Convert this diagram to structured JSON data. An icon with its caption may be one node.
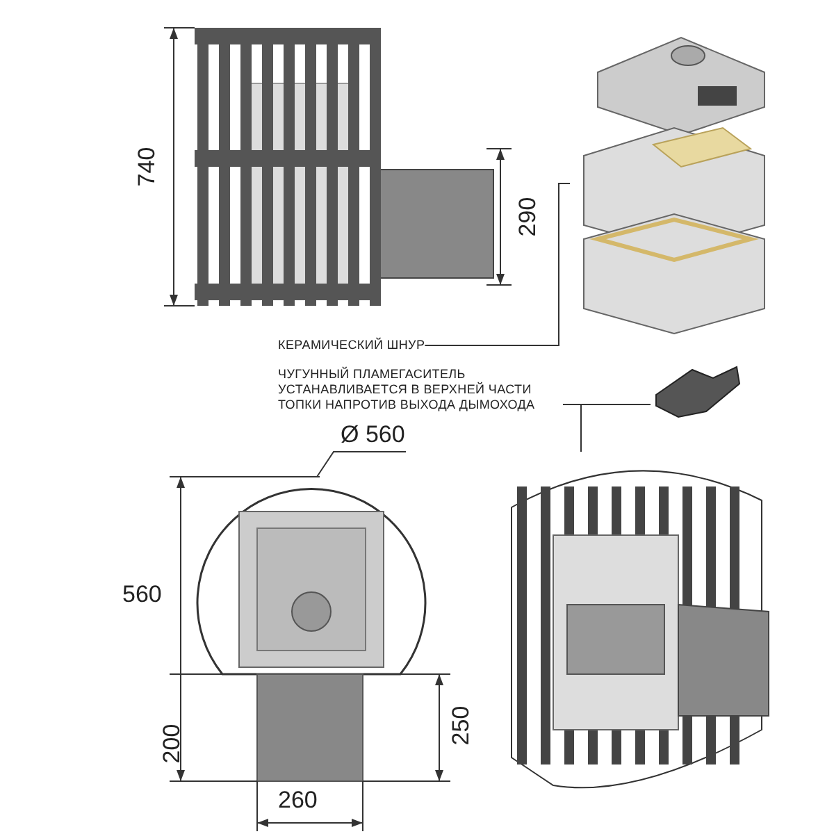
{
  "diagram": {
    "nodes": [
      {
        "text": [
          "КЕРАМИЧЕСКИЙ ШНУР"
        ]
      },
      {
        "text": [],
        "shape": "picture"
      },
      {
        "text": [
          "ЧУГУННЫЙ ПЛАМЕГАСИТЕЛЬ УСТАНАВЛИВАЕТСЯ В ВЕРХНЕЙ ЧАСТИ ТОПКИ НАПРОТИВ ВЫХОДА ДЫМОХОДА"
        ]
      },
      {
        "text": [],
        "shape": "picture"
      },
      {
        "text": [],
        "shape": "picture"
      }
    ],
    "edges": [
      {
        "from": 0,
        "to": 1,
        "arrow": "none"
      },
      {
        "from": 2,
        "to": 3,
        "arrow": "none"
      },
      {
        "from": 2,
        "to": 4,
        "arrow": "none"
      }
    ],
    "labels": [
      "740",
      "290",
      "Ø 560",
      "560",
      "200",
      "250",
      "260"
    ]
  }
}
